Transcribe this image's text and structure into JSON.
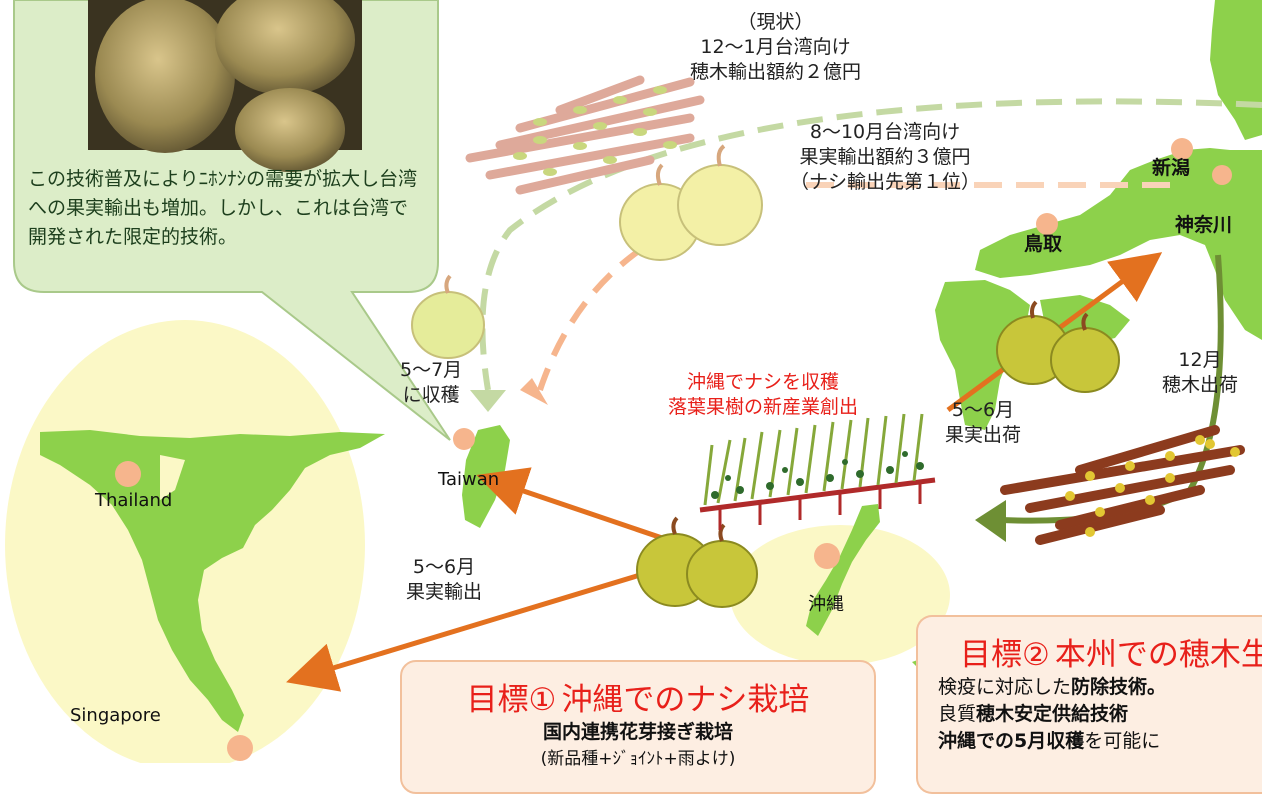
{
  "bubble": {
    "text": "この技術普及によりﾆﾎﾝﾅｼの需要が拡大し台湾への果実輸出も増加。しかし、これは台湾で開発された限定的技術。"
  },
  "labels": {
    "current_status": "（現状）",
    "export_scions_line1": "12～1月台湾向け",
    "export_scions_line2": "穂木輸出額約２億円",
    "export_fruit_line1": "8～10月台湾向け",
    "export_fruit_line2": "果実輸出額約３億円",
    "export_fruit_line3": "（ナシ輸出先第１位）",
    "harvest_taiwan_line1": "5～7月",
    "harvest_taiwan_line2": "に収穫",
    "okinawa_harvest_line1": "沖縄でナシを収穫",
    "okinawa_harvest_line2": "落葉果樹の新産業創出",
    "fruit_ship_line1": "5～6月",
    "fruit_ship_line2": "果実出荷",
    "scion_ship_line1": "12月",
    "scion_ship_line2": "穂木出荷",
    "fruit_export_line1": "5～6月",
    "fruit_export_line2": "果実輸出"
  },
  "places": {
    "niigata": "新潟",
    "tottori": "鳥取",
    "kanagawa": "神奈川",
    "taiwan": "Taiwan",
    "thailand": "Thailand",
    "singapore": "Singapore",
    "okinawa": "沖縄"
  },
  "goal1": {
    "title": "目標①",
    "subtitle": "沖縄でのナシ栽培",
    "line1": "国内連携花芽接ぎ栽培",
    "line2": "(新品種+ｼﾞｮｲﾝﾄ+雨よけ)"
  },
  "goal2": {
    "title": "目標②",
    "subtitle": "本州での穂木生",
    "line1_plain": "検疫に対応した",
    "line1_bold": "防除技術。",
    "line2_plain": "良質",
    "line2_bold": "穂木安定供給技術",
    "line3_bold_a": "沖縄での5月収穫",
    "line3_plain": "を可能に"
  },
  "colors": {
    "land": "#8dd14b",
    "halo": "#fbf8c6",
    "bubble_fill": "#dcedc8",
    "orange_arrow": "#e3711f",
    "green_arrow": "#6e8f34",
    "pear": "#c8c63a",
    "pear_light": "#f3f0a6",
    "city_dot": "#f6b58d",
    "goal_fill": "#fdeee2",
    "title_red": "#e8201a"
  }
}
